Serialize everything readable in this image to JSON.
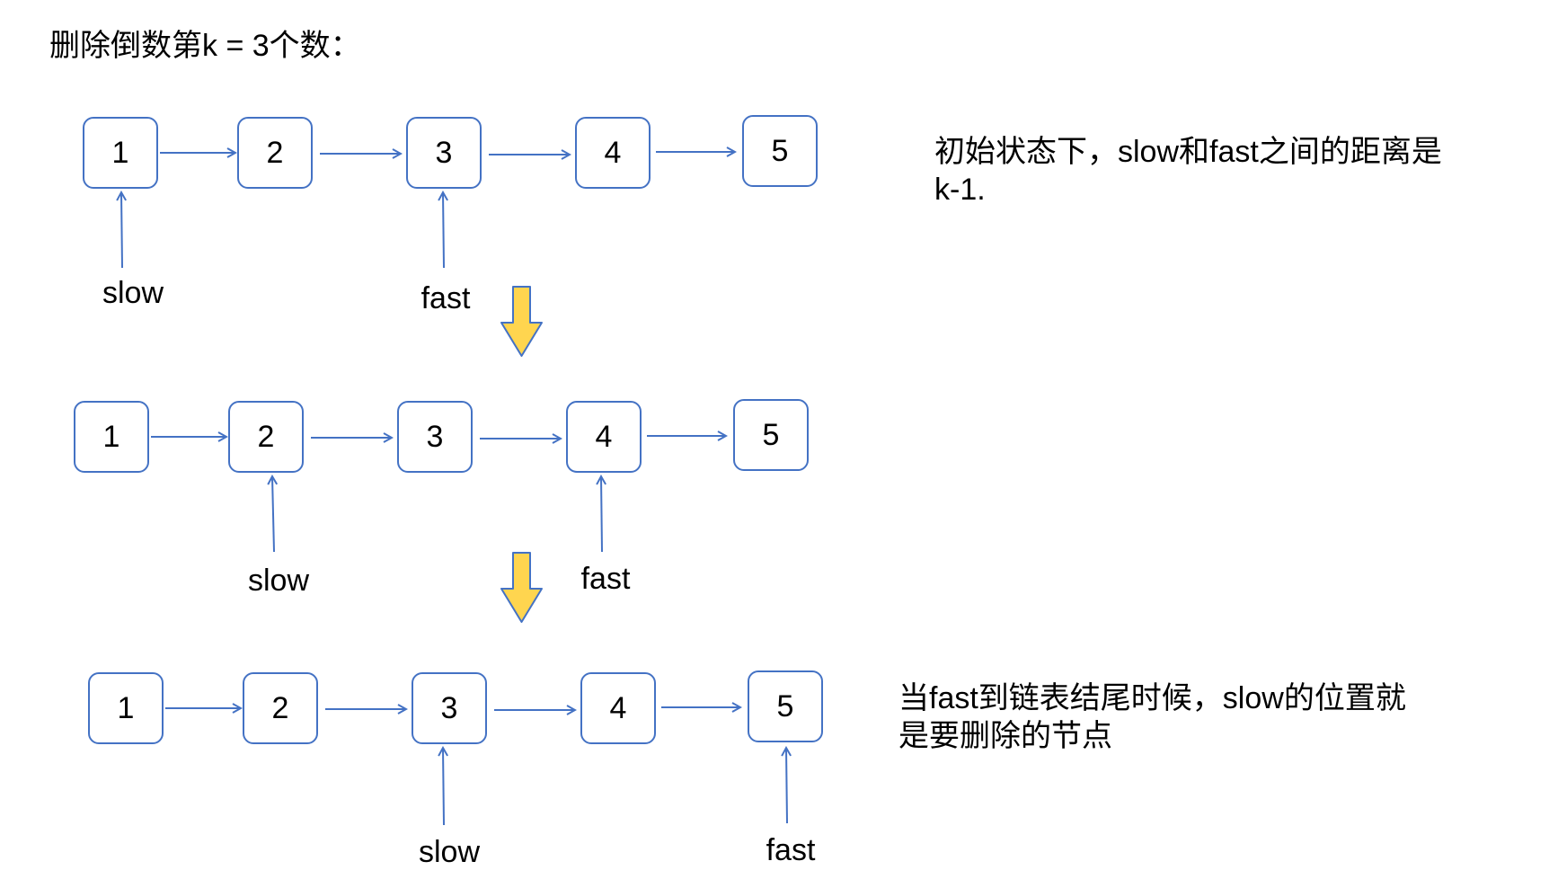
{
  "title": "删除倒数第k = 3个数：",
  "rows": [
    {
      "nodes": [
        "1",
        "2",
        "3",
        "4",
        "5"
      ],
      "slow_label": "slow",
      "fast_label": "fast",
      "slow_at": 1,
      "fast_at": 3,
      "note": [
        "初始状态下，slow和fast之间的距离是",
        "k-1."
      ]
    },
    {
      "nodes": [
        "1",
        "2",
        "3",
        "4",
        "5"
      ],
      "slow_label": "slow",
      "fast_label": "fast",
      "slow_at": 2,
      "fast_at": 4
    },
    {
      "nodes": [
        "1",
        "2",
        "3",
        "4",
        "5"
      ],
      "slow_label": "slow",
      "fast_label": "fast",
      "slow_at": 3,
      "fast_at": 5,
      "note": [
        "当fast到链表结尾时候，slow的位置就",
        "是要删除的节点"
      ]
    }
  ],
  "colors": {
    "node_border": "#4472C4",
    "arrow": "#4472C4",
    "step_arrow_fill": "#FFD54F",
    "step_arrow_stroke": "#4472C4"
  },
  "icons": [
    "down-step-arrow-icon"
  ]
}
